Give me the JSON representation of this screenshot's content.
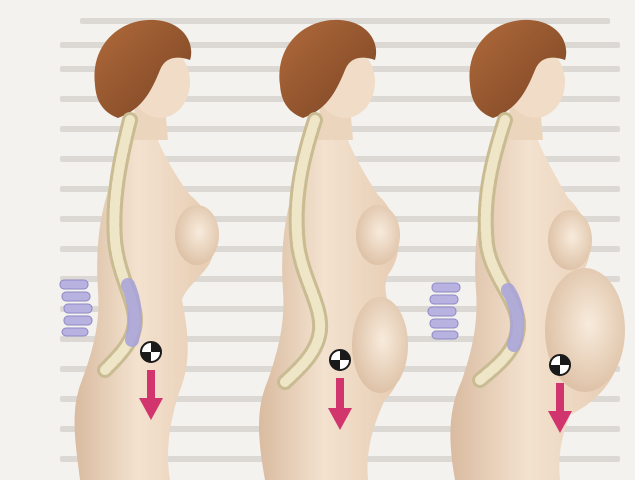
{
  "image": {
    "description_hidden": false,
    "figures": [
      {
        "id": "figure-1",
        "stage": "early",
        "lordosis": "mild",
        "belly": "small"
      },
      {
        "id": "figure-2",
        "stage": "mid",
        "lordosis": "moderate",
        "belly": "medium"
      },
      {
        "id": "figure-3",
        "stage": "late",
        "lordosis": "pronounced",
        "belly": "large"
      }
    ],
    "icons": [
      "center-of-gravity-icon",
      "down-arrow-icon",
      "vertebra-detail-icon"
    ],
    "colors": {
      "background": "#f4f2ee",
      "skin": "#f0dcc7",
      "skin_shadow": "#d9bba0",
      "hair": "#9a5a32",
      "bone": "#efe6c8",
      "bone_shadow": "#c9bb92",
      "vertebra_highlight": "#a9a4d8",
      "arrow": "#d2346e",
      "cog_dark": "#1a1a1a",
      "cog_light": "#ffffff",
      "page_text_ghost": "#c9c5c0"
    }
  }
}
